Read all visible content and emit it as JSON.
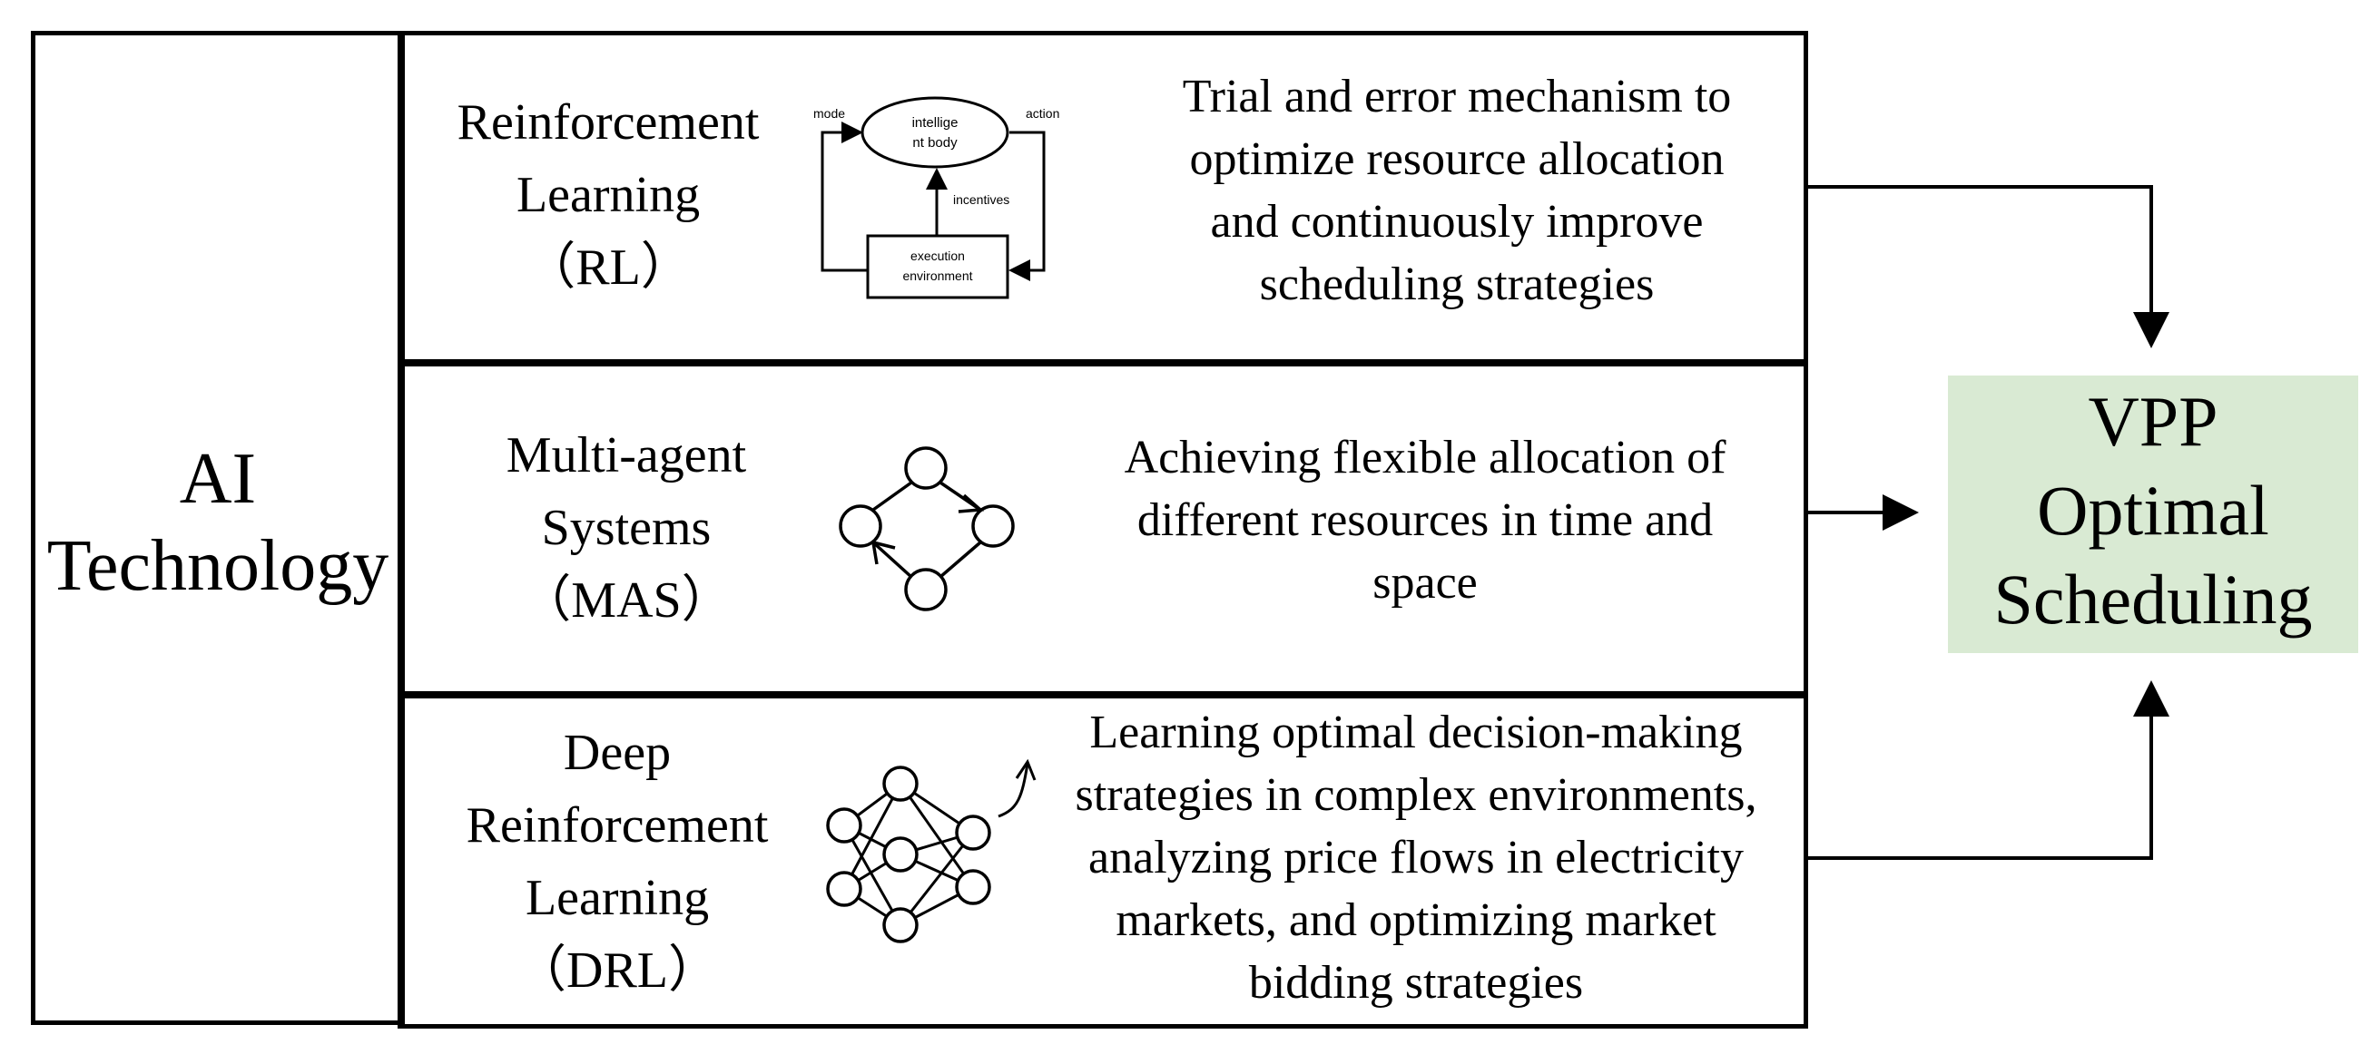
{
  "ai_box": {
    "label_line1": "AI",
    "label_line2": "Technology"
  },
  "rows": [
    {
      "name_lines": [
        "Reinforcement",
        "Learning",
        "（RL）"
      ],
      "description_lines": [
        "Trial and error mechanism to",
        "optimize resource allocation",
        "and continuously improve",
        "scheduling strategies"
      ],
      "icon": "rl-loop-icon",
      "icon_labels": {
        "agent_line1": "intellige",
        "agent_line2": "nt body",
        "mode": "mode",
        "action": "action",
        "incentives": "incentives",
        "env_line1": "execution",
        "env_line2": "environment"
      }
    },
    {
      "name_lines": [
        "Multi-agent",
        "Systems",
        "（MAS）"
      ],
      "description_lines": [
        "Achieving flexible allocation of",
        "different resources in time and",
        "space"
      ],
      "icon": "multi-agent-cycle-icon"
    },
    {
      "name_lines": [
        "Deep",
        "Reinforcement",
        "Learning",
        "（DRL）"
      ],
      "description_lines": [
        "Learning optimal decision-making",
        "strategies in complex environments,",
        "analyzing price flows in electricity",
        "markets, and optimizing market",
        "bidding strategies"
      ],
      "icon": "neural-network-icon"
    }
  ],
  "vpp_box": {
    "label_lines": [
      "VPP",
      "Optimal",
      "Scheduling"
    ],
    "fill_color": "#d9ead3"
  }
}
